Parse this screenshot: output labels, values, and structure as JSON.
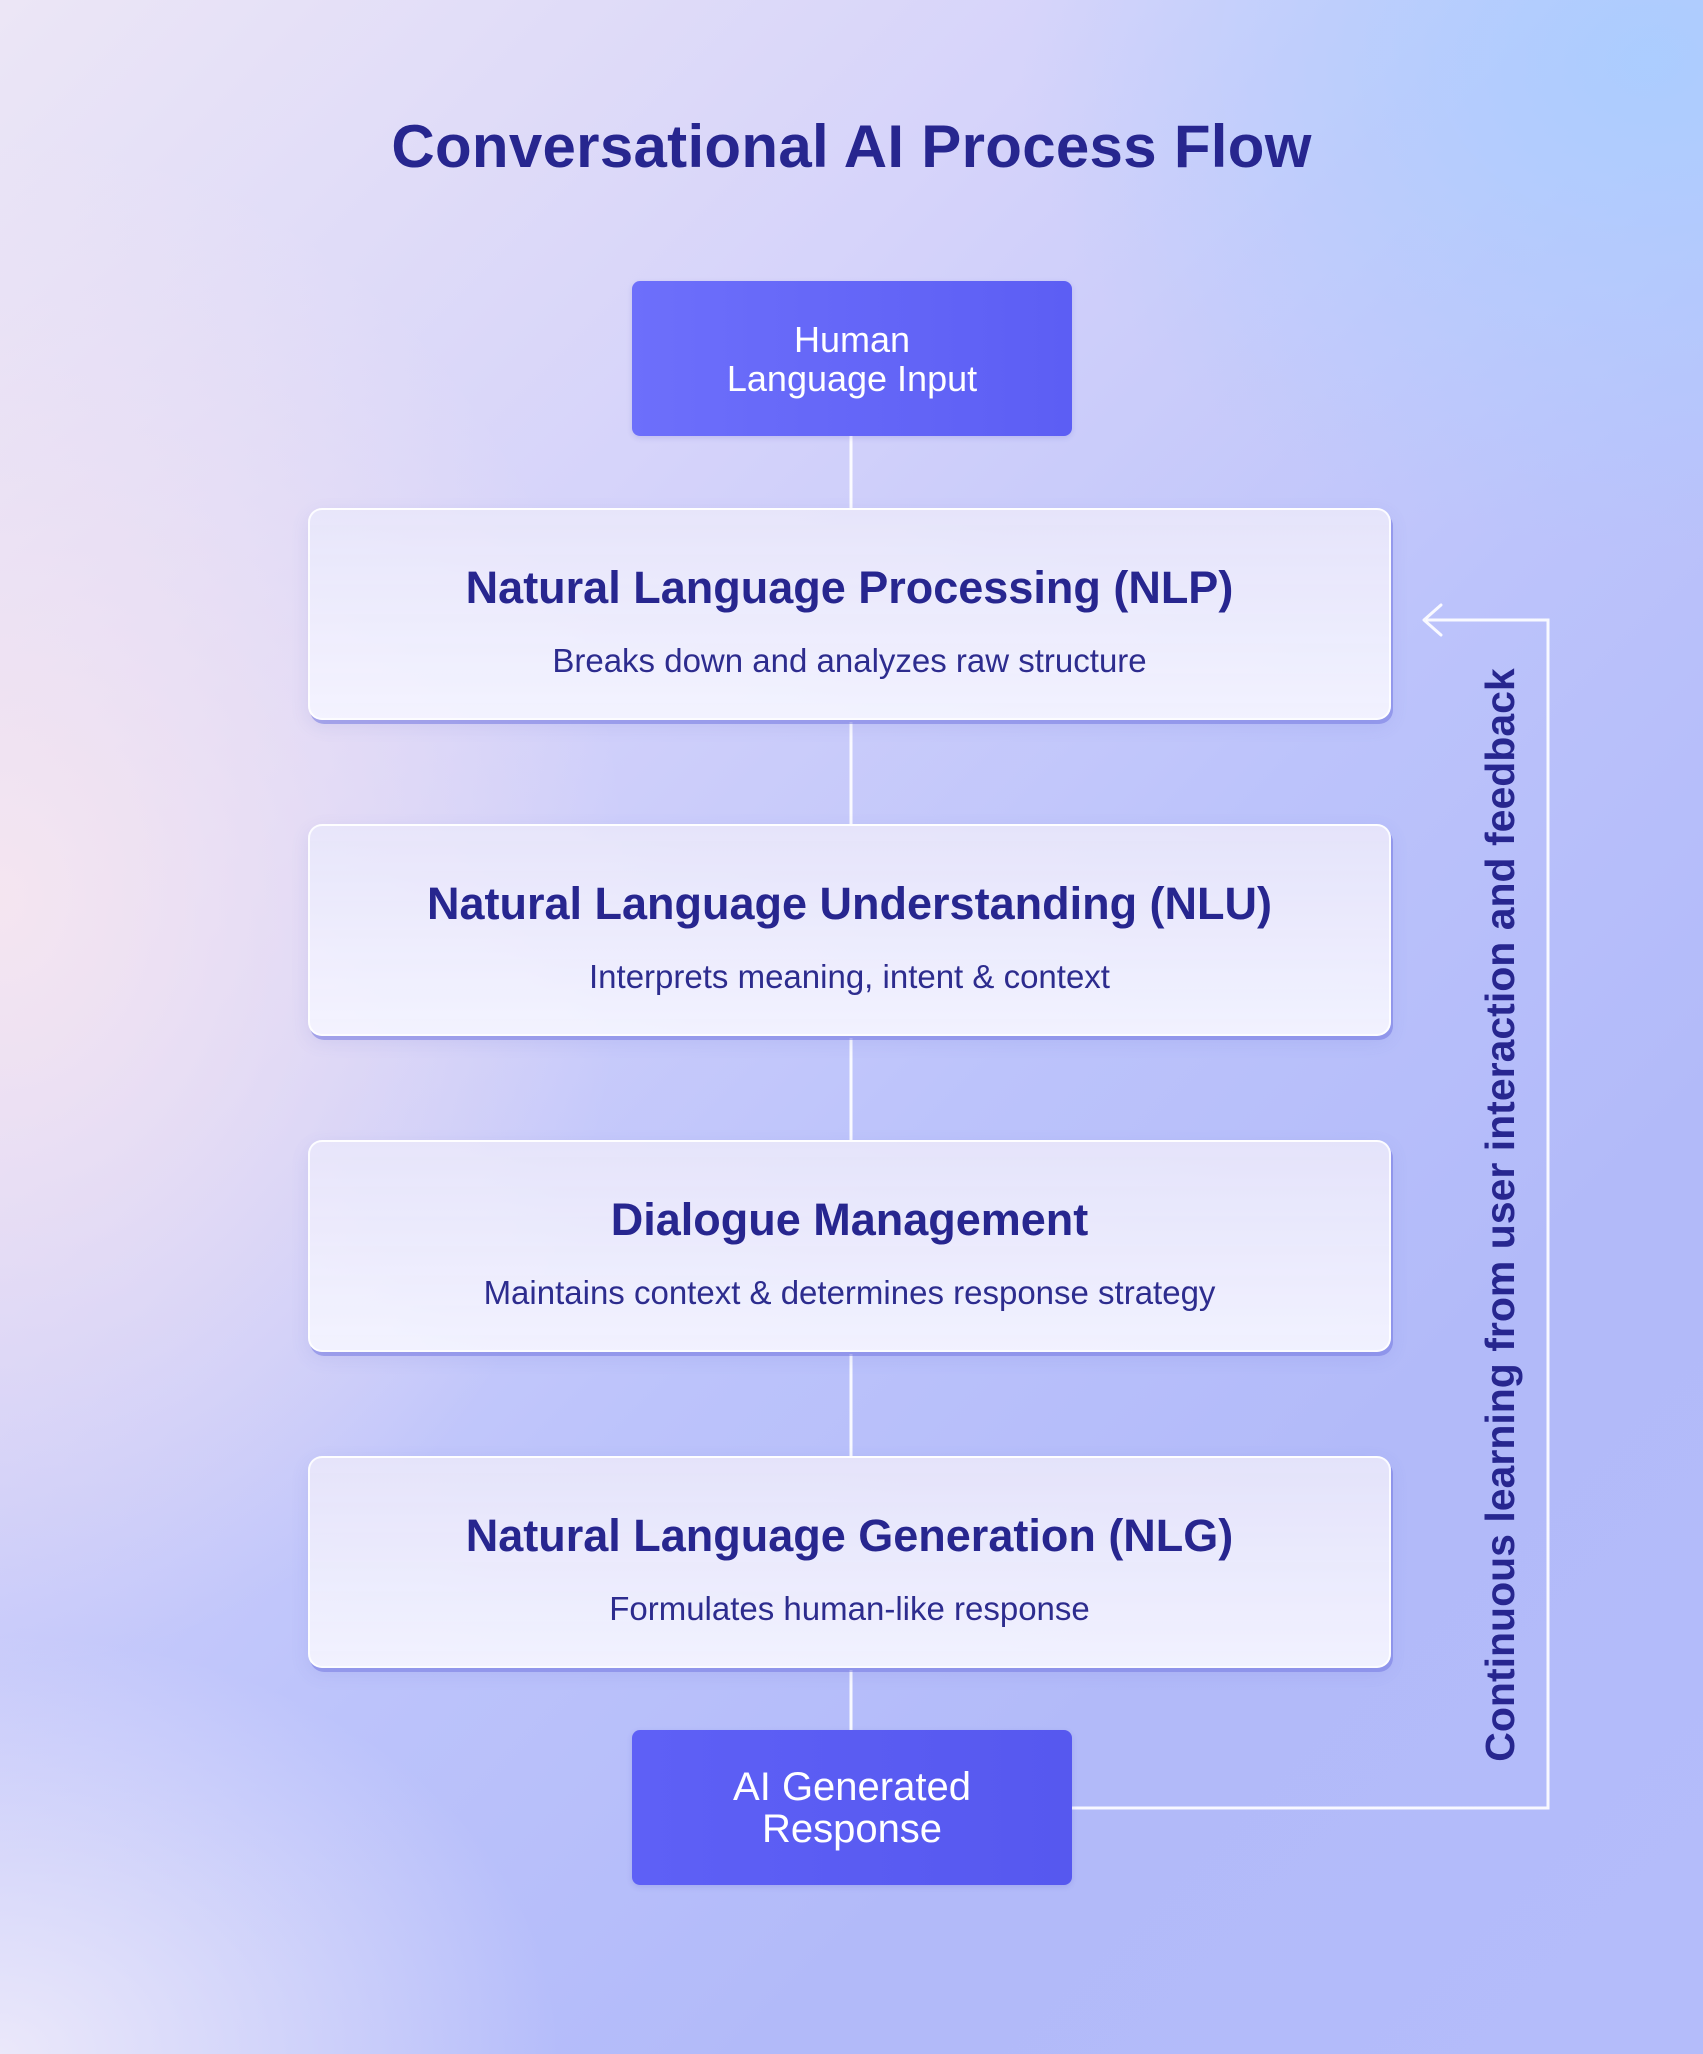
{
  "title": "Conversational AI Process Flow",
  "input_node": {
    "line1": "Human",
    "line2": "Language Input"
  },
  "stages": [
    {
      "heading": "Natural Language Processing (NLP)",
      "description": "Breaks down and analyzes raw structure"
    },
    {
      "heading": "Natural Language Understanding (NLU)",
      "description": "Interprets meaning, intent & context"
    },
    {
      "heading": "Dialogue Management",
      "description": "Maintains context & determines response strategy"
    },
    {
      "heading": "Natural Language Generation (NLG)",
      "description": "Formulates human-like response"
    }
  ],
  "output_node": {
    "line1": "AI Generated",
    "line2": "Response"
  },
  "feedback_label": "Continuous learning from user interaction and feedback",
  "colors": {
    "title_text": "#27268f",
    "node_fill": "#6366f5",
    "connector": "#ffffff"
  },
  "icons": {
    "feedback_arrow": "arrow-left-icon"
  }
}
